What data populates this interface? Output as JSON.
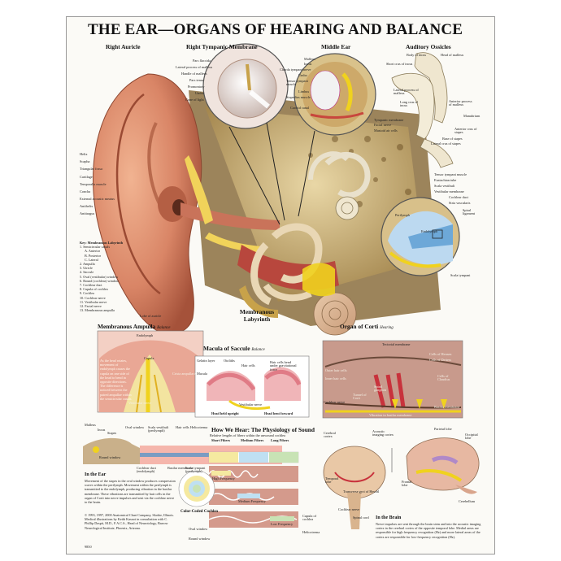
{
  "title": "THE EAR—ORGANS OF HEARING AND BALANCE",
  "sections": {
    "right_auricle": "Right Auricle",
    "tympanic": "Right Tympanic Membrane",
    "middle_ear": "Middle Ear",
    "ossicles": "Auditory Ossicles",
    "membranous_labyrinth": "Membranous Labyrinth",
    "ampulla": "Membranous Ampulla",
    "ampulla_note": "Balance",
    "saccule": "Macula of Saccule",
    "saccule_note": "Balance",
    "corti": "Organ of Corti",
    "corti_note": "Hearing",
    "how_we_hear": "How We Hear: The Physiology of Sound",
    "in_the_ear": "In the Ear",
    "in_the_brain": "In the Brain",
    "cochlea": "Color-Coded Cochlea"
  },
  "auricle_labels": [
    "Helix",
    "Scapha",
    "Triangular fossa",
    "Cartilage",
    "Temporalis muscle",
    "Concha",
    "External acoustic meatus",
    "Antihelix",
    "Antitragus",
    "Lobe of auricle"
  ],
  "tympanic_labels": [
    "Pars flaccida",
    "Lateral process of malleus",
    "Handle of malleus",
    "Pars tensa",
    "Promontory",
    "Umbo",
    "Cone of light"
  ],
  "middle_labels": [
    "Malleus",
    "Incus",
    "Chorda tympani nerve",
    "Umbo",
    "Tensor tympani muscle",
    "Limbus",
    "Stapedius muscle",
    "Carotid canal",
    "Tympanic membrane",
    "Facial nerve",
    "Mastoid air cells"
  ],
  "ossicle_labels": [
    "Body of incus",
    "Head of malleus",
    "Short crus of incus",
    "Lateral process of malleus",
    "Long crus of incus",
    "Manubrium",
    "Anterior process of malleus",
    "Anterior crus of stapes",
    "Base of stapes",
    "Lateral crus of stapes"
  ],
  "cochlea_labels": [
    "Tensor tympani muscle",
    "Eustachian tube",
    "Scala vestibuli",
    "Vestibular membrane",
    "Cochlear duct",
    "Stria vascularis",
    "Spiral ligament",
    "Scala tympani",
    "Perilymph",
    "Endolymph"
  ],
  "key": {
    "title": "Key: Membranous Labyrinth",
    "items": [
      "1. Semicircular canals",
      "A. Anterior",
      "B. Posterior",
      "C. Lateral",
      "2. Ampulla",
      "3. Utricle",
      "4. Saccule",
      "5. Oval (vestibular) window",
      "6. Round (cochlear) window",
      "7. Cochlear duct",
      "8. Cupula of cochlea",
      "9. Cochlea",
      "10. Cochlear nerve",
      "11. Vestibular nerve",
      "12. Facial nerve",
      "13. Membranous ampulla"
    ]
  },
  "ampulla_labels": [
    "Endolymph",
    "Cupula",
    "Crista ampullaris",
    "Vestibular nerve"
  ],
  "ampulla_text": "As the head rotates, movement of endolymph causes the cupula on one side of the head to bend in opposite directions. The difference is noticed between the paired ampullae within the semicircular canals.",
  "saccule_labels": [
    "Gelatin layer",
    "Otoliths",
    "Macula",
    "Hair cells",
    "Hair cells bend under gravitational force",
    "Vestibular nerve",
    "Head held upright",
    "Head bent forward"
  ],
  "corti_labels": [
    "Tectorial membrane",
    "Cells of Hensen",
    "Cells of Deiters",
    "Outer hair cells",
    "Inner hair cells",
    "Cells of Claudius",
    "Spiral ganglion",
    "Tunnel of Corti",
    "Cochlear nerve",
    "Basilar membrane",
    "Vibration in basilar membrane"
  ],
  "hear_top_labels": [
    "Malleus",
    "Incus",
    "Stapes",
    "Oval window",
    "Scala vestibuli (perilymph)",
    "Hair cells",
    "Helicotrema",
    "Round window",
    "Cochlear duct (endolymph)",
    "Basilar membrane",
    "Scala tympani (perilymph)"
  ],
  "hear_wave_labels": [
    "Relative lengths of fibers within the unwound cochlea",
    "Short Fibers",
    "Medium Fibers",
    "Long Fibers",
    "High Frequency",
    "Medium Frequency",
    "Low Frequency",
    "Cupula of cochlea",
    "Helicotrema",
    "Oval window",
    "Round window"
  ],
  "ear_text": "Movement of the stapes in the oval window produces compression waves within the perilymph. Movement within the perilymph is transmitted to the endolymph, producing vibration in the basilar membrane. These vibrations are transmitted by hair cells in the organ of Corti into nerve impulses and sent via the cochlear nerve to the brain.",
  "brain_labels": [
    "Cerebral cortex",
    "Acoustic imaging cortex",
    "Parietal lobe",
    "Occipital lobe",
    "Temporal lobe",
    "Transverse gyri of Heschl",
    "Cochlear nerve",
    "Spinal cord",
    "Frontal lobe",
    "Cerebellum"
  ],
  "brain_text": "Nerve impulses are sent through the brain stem and into the acoustic imaging cortex in the cerebral cortex of the opposite temporal lobe. Medial areas are responsible for high frequency recognition (Hz) and more lateral areas of the cortex are responsible for low-frequency recognition (Hz).",
  "copyright": "© 1993, 1997, 2000 Anatomical Chart Company, Skokie, Illinois. Medical illustrations by Keith Kasnot in consultation with C. Phillip Daspit, M.D., F.A.C.S., Head of Neurotology, Barrow Neurological Institute, Phoenix, Arizona.",
  "catalog": "9850",
  "colors": {
    "skin": "#d88a6a",
    "bone": "#c8b27a",
    "nerve": "#f0d21e",
    "perilymph": "#bcd9f0",
    "cochlea_pink": "#e8a0a8"
  }
}
